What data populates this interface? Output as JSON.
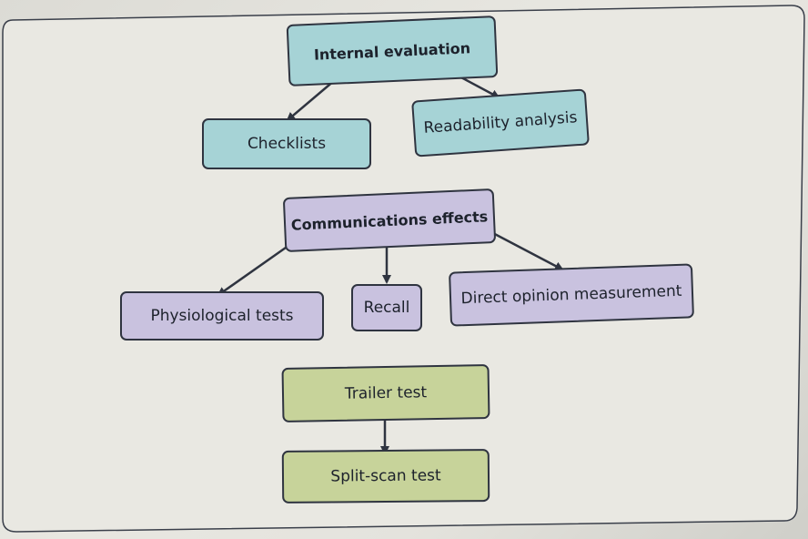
{
  "diagram": {
    "group1": {
      "root": "Internal evaluation",
      "children": [
        "Checklists",
        "Readability analysis"
      ]
    },
    "group2": {
      "root": "Communications effects",
      "children": [
        "Physiological tests",
        "Recall",
        "Direct opinion measurement"
      ]
    },
    "group3": {
      "root": "Trailer test",
      "child": "Split-scan test"
    },
    "colors": {
      "group1": "#a6d3d6",
      "group2": "#c9c2df",
      "group3": "#c7d39a",
      "outline": "#2f3440"
    }
  }
}
